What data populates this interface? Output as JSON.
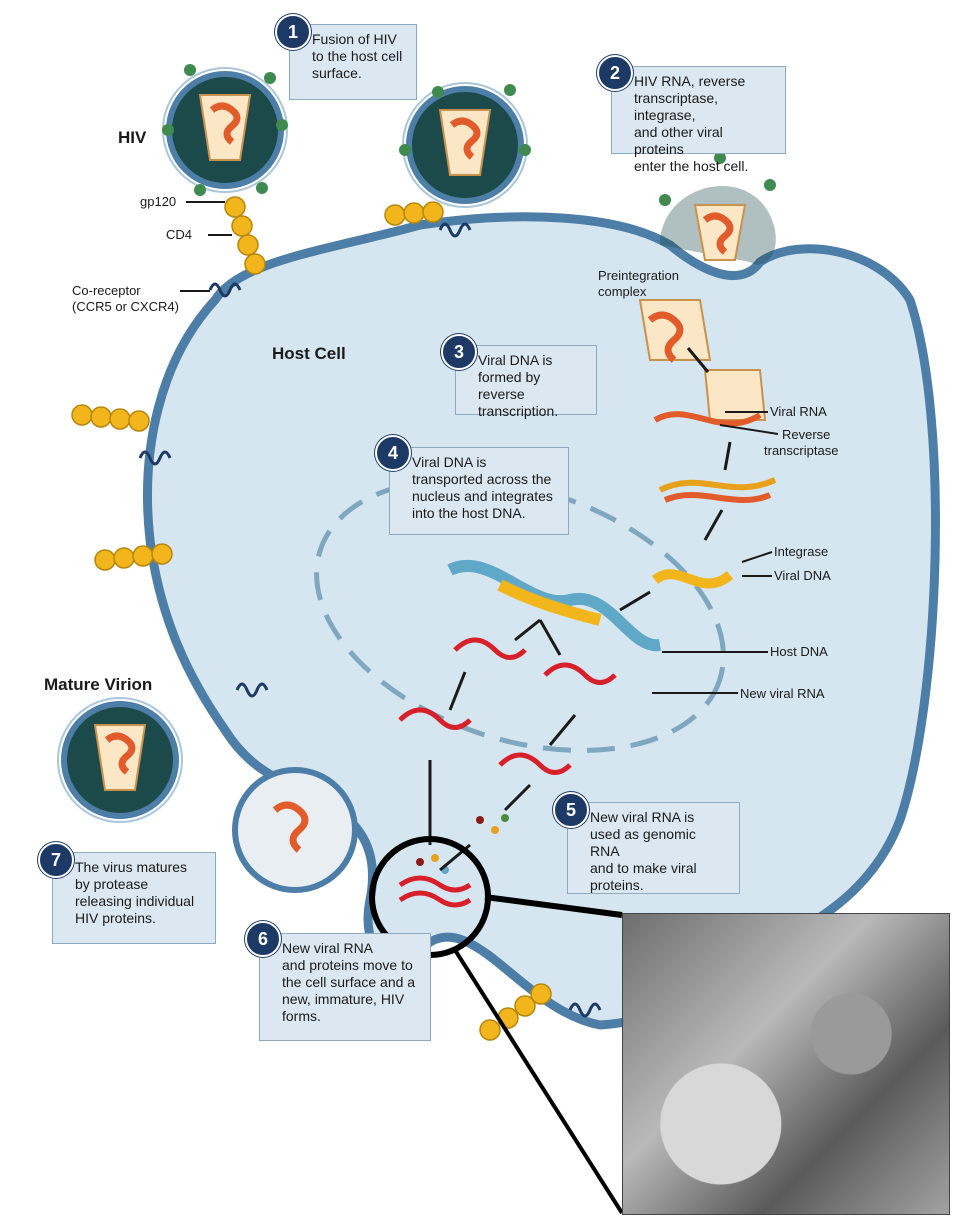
{
  "labels": {
    "hiv": "HIV",
    "gp120": "gp120",
    "cd4": "CD4",
    "coreceptor_line1": "Co-receptor",
    "coreceptor_line2": "(CCR5 or CXCR4)",
    "host_cell": "Host Cell",
    "mature_virion": "Mature Virion",
    "preintegration_line1": "Preintegration",
    "preintegration_line2": "complex",
    "viral_rna": "Viral RNA",
    "reverse_line1": "Reverse",
    "reverse_line2": "transcriptase",
    "integrase": "Integrase",
    "viral_dna": "Viral DNA",
    "host_dna": "Host DNA",
    "new_viral_rna": "New viral RNA"
  },
  "steps": [
    {
      "number": "1",
      "lines": [
        "Fusion of  HIV",
        "to the host cell",
        "surface."
      ]
    },
    {
      "number": "2",
      "lines": [
        "HIV RNA, reverse",
        "transcriptase, integrase,",
        "and other viral proteins",
        "enter the host cell."
      ]
    },
    {
      "number": "3",
      "lines": [
        "Viral DNA is",
        "formed by reverse",
        "transcription."
      ]
    },
    {
      "number": "4",
      "lines": [
        "Viral DNA is",
        "transported across the",
        "nucleus and integrates",
        "into the host DNA."
      ]
    },
    {
      "number": "5",
      "lines": [
        "New viral RNA is",
        "used as genomic RNA",
        "and to make viral",
        "proteins."
      ]
    },
    {
      "number": "6",
      "lines": [
        "New viral RNA",
        "and proteins move to",
        "the cell surface and a",
        "new, immature, HIV",
        "forms."
      ]
    },
    {
      "number": "7",
      "lines": [
        "The virus matures",
        "by protease",
        "releasing individual",
        "HIV proteins."
      ]
    }
  ],
  "colors": {
    "cell_fill": "#d6e6f0",
    "membrane": "#4d7ea8",
    "virion_core": "#1c4a4a",
    "rna_red": "#d8202a",
    "cd4_yellow": "#f2b51b",
    "badge": "#1d3a66"
  }
}
